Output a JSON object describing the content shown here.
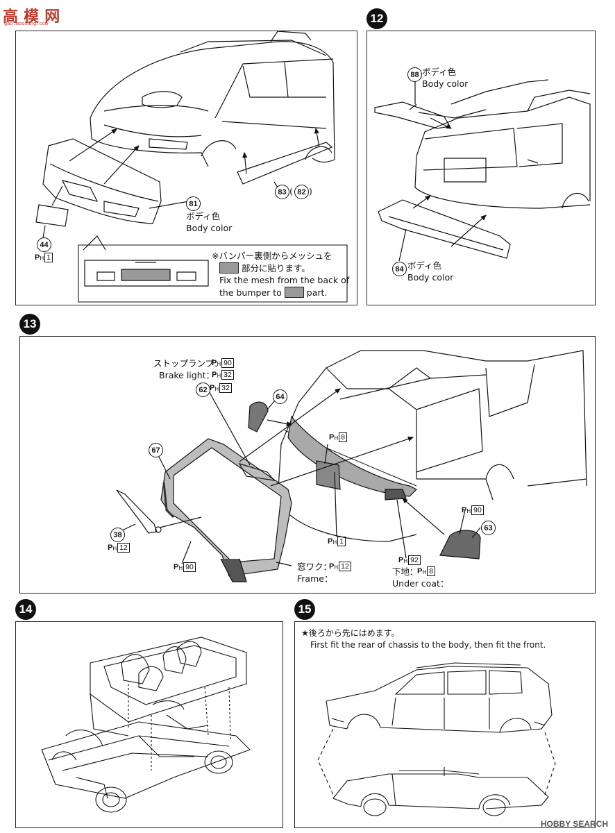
{
  "watermark_logo": "高 模 网",
  "watermark_logo_sub": "gao.moshang.com",
  "watermark_footer": "HOBBY SEARCH",
  "steps": {
    "s12": "12",
    "s13": "13",
    "s14": "14",
    "s15": "15"
  },
  "step11": {
    "part_81": "81",
    "part_81_color_jp": "ボディ色",
    "part_81_color_en": "Body color",
    "part_83": "83",
    "part_82": "82",
    "part_44": "44",
    "part_44_paint": "1",
    "mesh_note_jp1": "※バンパー裏側からメッシュを",
    "mesh_note_jp2": "部分に貼ります。",
    "mesh_note_en1": "Fix the mesh from the back of",
    "mesh_note_en2a": "the bumper to",
    "mesh_note_en2b": "part."
  },
  "step12": {
    "part_88": "88",
    "part_88_color_jp": "ボディ色",
    "part_88_color_en": "Body color",
    "part_84": "84",
    "part_84_color_jp": "ボディ色",
    "part_84_color_en": "Body color"
  },
  "step13": {
    "brake_jp": "ストップランプ：",
    "brake_en": "Brake light：",
    "brake_paint_jp": "90",
    "brake_paint_en": "32",
    "part_62": "62",
    "part_64": "64",
    "part_67": "67",
    "part_38": "38",
    "part_38_paint": "12",
    "part_63": "63",
    "part_63_paint": "90",
    "glass_paint": "90",
    "plate_paint": "8",
    "body_paint": "1",
    "lens_paint": "92",
    "undercoat_jp": "下地：",
    "undercoat_paint": "8",
    "undercoat_en": "Under coat：",
    "frame_jp": "窓ワク：",
    "frame_paint": "12",
    "frame_en": "Frame："
  },
  "step15": {
    "note_jp": "★後ろから先にはめます。",
    "note_en": "First fit the rear of chassis to the body, then fit the front."
  }
}
